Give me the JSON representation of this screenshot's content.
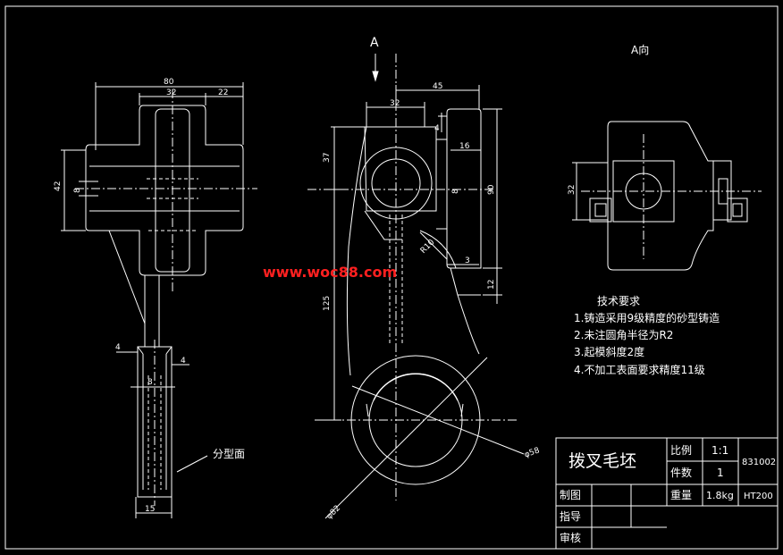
{
  "view_labels": {
    "arrow_mark": "A",
    "a_view": "A向"
  },
  "watermark": "www.woc88.com",
  "dims_left": {
    "d80": "80",
    "d32": "32",
    "d22": "22",
    "d42": "42",
    "d8": "8",
    "d4a": "4",
    "d4b": "4",
    "d8b": "8",
    "d15": "15"
  },
  "dims_mid": {
    "d45": "45",
    "d32": "32",
    "d4": "4",
    "d16": "16",
    "d37": "37",
    "d8": "8",
    "d90": "90",
    "r10": "R10",
    "d3": "3",
    "d12": "12",
    "d125": "125",
    "phi58": "φ58",
    "phi82": "φ82"
  },
  "dims_right": {
    "d32": "32"
  },
  "parting_label": "分型面",
  "tech_requirements": {
    "title": "技术要求",
    "items": [
      "1.铸造采用9级精度的砂型铸造",
      "2.未注圆角半径为R2",
      "3.起模斜度2度",
      "4.不加工表面要求精度11级"
    ]
  },
  "title_block": {
    "part_name": "拨叉毛坯",
    "scale_label": "比例",
    "scale_value": "1:1",
    "qty_label": "件数",
    "qty_value": "1",
    "weight_label": "重量",
    "weight_value": "1.8kg",
    "drawing_no": "831002",
    "material": "HT200",
    "drawn_by": "制图",
    "instructor": "指导",
    "reviewer": "审核"
  }
}
